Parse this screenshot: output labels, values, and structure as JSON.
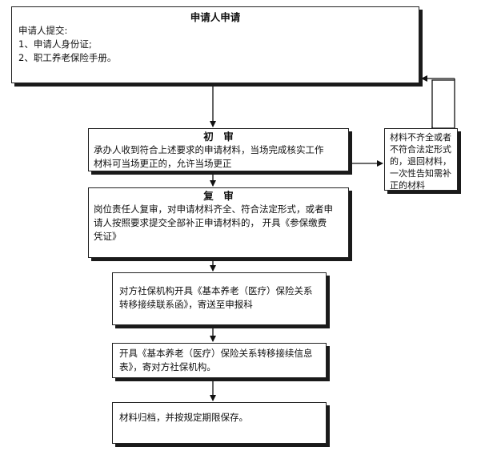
{
  "apply": {
    "title": "申请人申请",
    "lines": [
      "申请人提交:",
      "1、申请人身份证;",
      "2、职工养老保险手册。"
    ]
  },
  "initial_review": {
    "title": "初　审",
    "lines": [
      "承办人收到符合上述要求的申请材料，当场完成核实工作",
      "材料可当场更正的，允许当场更正"
    ]
  },
  "side_note": {
    "text": "材料不齐全或者不符合法定形式的，退回材料，一次性告知需补正的材料"
  },
  "re_review": {
    "title": "复　审",
    "lines": [
      "岗位责任人复审，对申请材料齐全、符合法定形式，或者申",
      "请人按照要求提交全部补正申请材料的，  开具《参保缴费",
      "凭证》"
    ]
  },
  "step3": {
    "lines": [
      "对方社保机构开具《基本养老（医疗）保险关系",
      "转移接续联系函》，寄送至申报科"
    ]
  },
  "step4": {
    "lines": [
      "开具《基本养老（医疗）保险关系转移接续信息",
      "表》，寄对方社保机构。"
    ]
  },
  "step5": {
    "lines": [
      "材料归档，并按规定期限保存。"
    ]
  }
}
